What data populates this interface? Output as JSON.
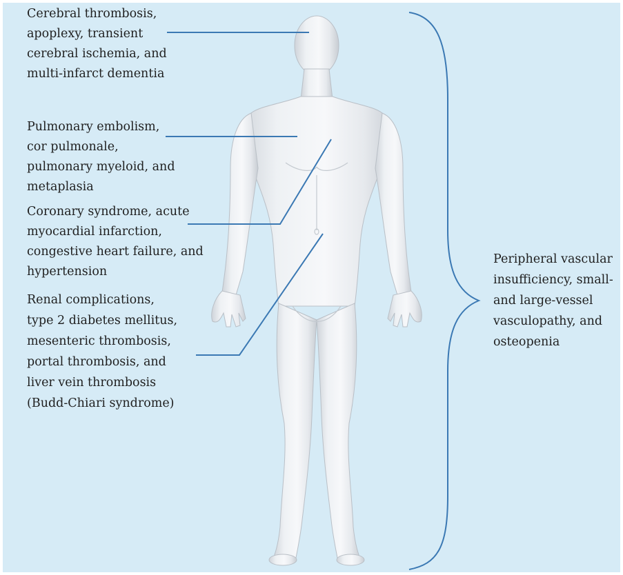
{
  "labels": {
    "cerebral": [
      "Cerebral thrombosis,",
      "apoplexy, transient",
      "cerebral ischemia, and",
      "multi-infarct dementia"
    ],
    "pulmonary": [
      "Pulmonary embolism,",
      "cor pulmonale,",
      "pulmonary myeloid, and",
      "metaplasia"
    ],
    "coronary": [
      "Coronary syndrome, acute",
      "myocardial infarction,",
      "congestive heart failure, and",
      "hypertension"
    ],
    "renal": [
      "Renal complications,",
      "type 2 diabetes mellitus,",
      "mesenteric thrombosis,",
      "portal thrombosis, and",
      "liver vein thrombosis",
      "(Budd-Chiari syndrome)"
    ],
    "peripheral": [
      "Peripheral vascular",
      "insufficiency, small-",
      "and large-vessel",
      "vasculopathy, and",
      "osteopenia"
    ]
  },
  "colors": {
    "background": "#d6ebf6",
    "leader_line": "#3a78b3",
    "body": "#eef1f4",
    "body_shade": "#c9ced4"
  },
  "icons": {
    "figure": "human-body-front-view"
  }
}
